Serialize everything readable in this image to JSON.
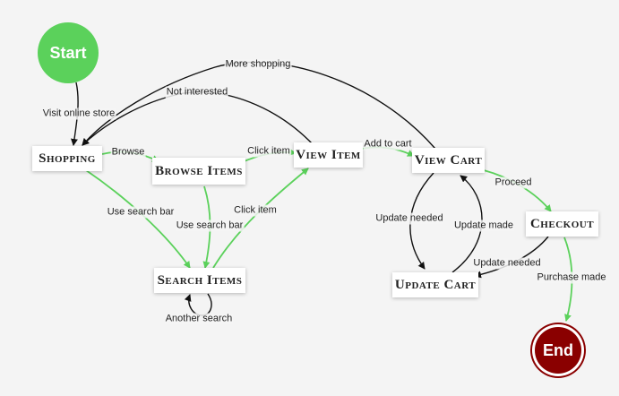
{
  "colors": {
    "black_edge": "#111111",
    "green_edge": "#5bd15b",
    "start": "#5bd15b",
    "end": "#8a0000"
  },
  "nodes": {
    "start": "Start",
    "shopping": "Shopping",
    "browse_items": "Browse Items",
    "view_item": "View Item",
    "search_items": "Search Items",
    "view_cart": "View Cart",
    "update_cart": "Update Cart",
    "checkout": "Checkout",
    "end": "End"
  },
  "edges": {
    "visit_online_store": "Visit online store",
    "more_shopping": "More shopping",
    "not_interested": "Not interested",
    "browse": "Browse",
    "click_item_1": "Click item",
    "add_to_cart": "Add to cart",
    "use_search_bar_1": "Use search bar",
    "use_search_bar_2": "Use search bar",
    "click_item_2": "Click item",
    "another_search": "Another search",
    "update_needed_1": "Update needed",
    "update_made": "Update made",
    "proceed": "Proceed",
    "update_needed_2": "Update needed",
    "purchase_made": "Purchase made"
  }
}
